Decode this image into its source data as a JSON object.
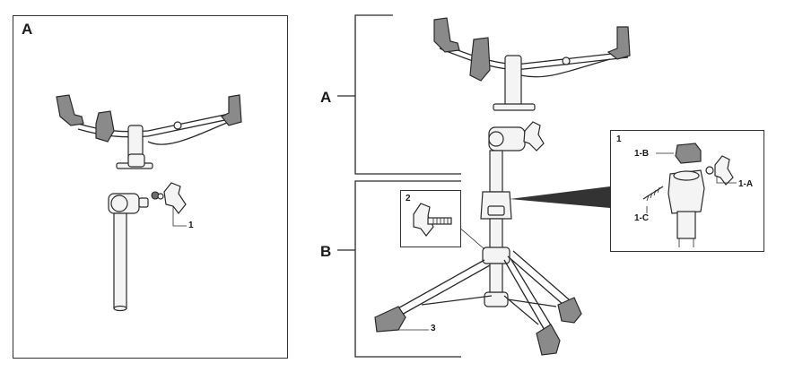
{
  "panels": {
    "a_panel": {
      "label": "A"
    },
    "main": {
      "section_a_label": "A",
      "section_b_label": "B"
    },
    "detail_2": {
      "label": "2"
    },
    "detail_1": {
      "label": "1"
    }
  },
  "callouts": {
    "a_panel_part": "1",
    "main_part_3": "3",
    "detail_1_b": "1-B",
    "detail_1_a": "1-A",
    "detail_1_c": "1-C"
  },
  "colors": {
    "line": "#2a2a2a",
    "rubber": "#8a8a8a",
    "background": "#ffffff"
  }
}
